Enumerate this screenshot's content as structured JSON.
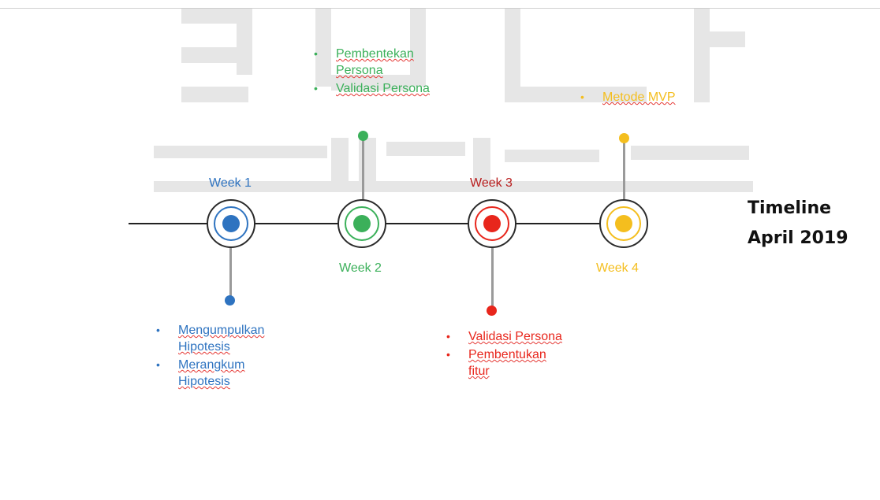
{
  "colors": {
    "week1": "#2e73c0",
    "week2": "#3bb05a",
    "week3": "#e8261c",
    "week4": "#f4be1e",
    "line": "#222222"
  },
  "title": {
    "line1": "Timeline",
    "line2": "April 2019"
  },
  "weeks": [
    {
      "label": "Week 1",
      "items": [
        "Mengumpulkan Hipotesis",
        "Merangkum Hipotesis"
      ]
    },
    {
      "label": "Week 2",
      "items": [
        "Pembentekan Persona",
        "Validasi Persona"
      ]
    },
    {
      "label": "Week 3",
      "items": [
        "Validasi Persona",
        "Pembentukan fitur"
      ]
    },
    {
      "label": "Week 4",
      "items": [
        "Metode MVP"
      ]
    }
  ]
}
